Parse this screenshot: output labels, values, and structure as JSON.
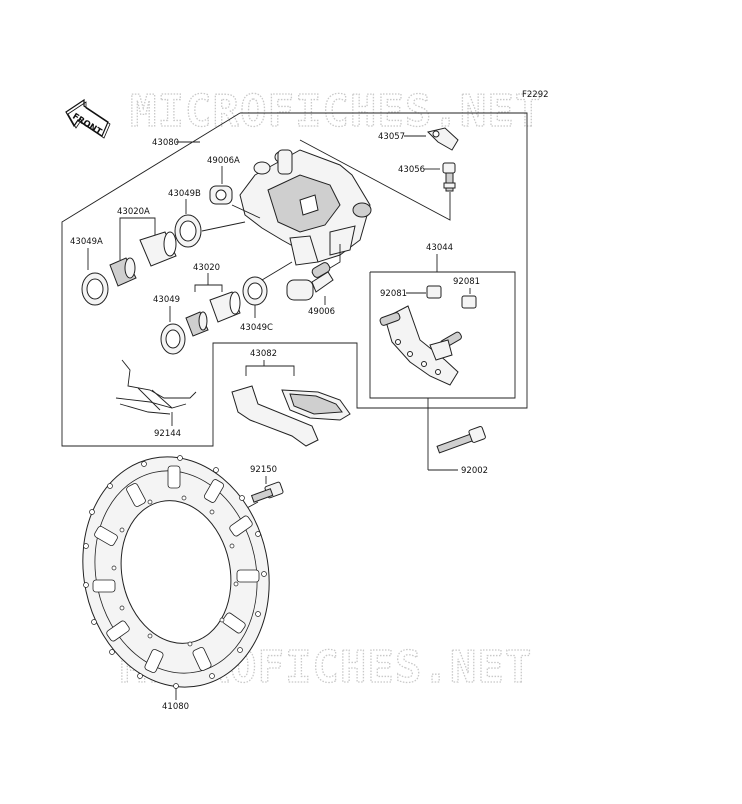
{
  "diagram": {
    "figure_code": "F2292",
    "front_label": "FRONT",
    "watermark_top": "MICROFICHES.NET",
    "watermark_bottom": "MICROFICHES.NET",
    "parts": {
      "p43080": "43080",
      "p49006A": "49006A",
      "p43049B": "43049B",
      "p43020A": "43020A",
      "p43049A": "43049A",
      "p43020": "43020",
      "p43049": "43049",
      "p43049C": "43049C",
      "p49006": "49006",
      "p43057": "43057",
      "p43056": "43056",
      "p43044": "43044",
      "p92081a": "92081",
      "p92081b": "92081",
      "p43082": "43082",
      "p92144": "92144",
      "p92002": "92002",
      "p92150": "92150",
      "p41080": "41080"
    }
  }
}
